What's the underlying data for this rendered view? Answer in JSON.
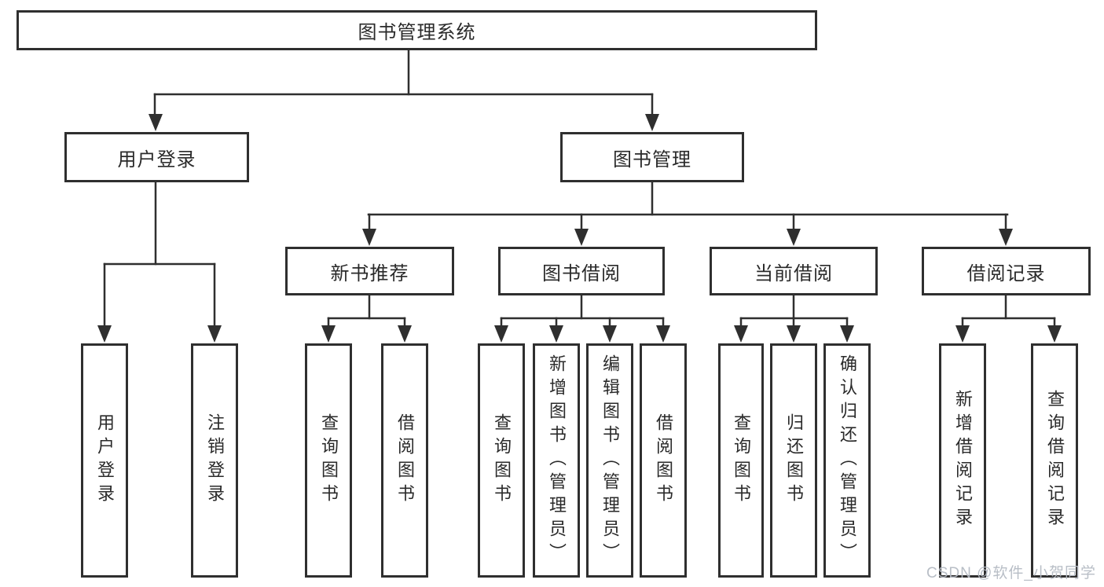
{
  "diagram": {
    "type": "hierarchy-tree",
    "tree": {
      "root": {
        "label": "图书管理系统",
        "children": [
          {
            "label": "用户登录",
            "children": [
              {
                "label": "用户登录"
              },
              {
                "label": "注销登录"
              }
            ]
          },
          {
            "label": "图书管理",
            "children": [
              {
                "label": "新书推荐",
                "children": [
                  {
                    "label": "查询图书"
                  },
                  {
                    "label": "借阅图书"
                  }
                ]
              },
              {
                "label": "图书借阅",
                "children": [
                  {
                    "label": "查询图书"
                  },
                  {
                    "label": "新增图书（管理员）"
                  },
                  {
                    "label": "编辑图书（管理员）"
                  },
                  {
                    "label": "借阅图书"
                  }
                ]
              },
              {
                "label": "当前借阅",
                "children": [
                  {
                    "label": "查询图书"
                  },
                  {
                    "label": "归还图书"
                  },
                  {
                    "label": "确认归还（管理员）"
                  }
                ]
              },
              {
                "label": "借阅记录",
                "children": [
                  {
                    "label": "新增借阅记录"
                  },
                  {
                    "label": "查询借阅记录"
                  }
                ]
              }
            ]
          }
        ]
      }
    },
    "colors": {
      "line": "#2f2f2f",
      "text": "#2a2a2a",
      "background": "#ffffff",
      "watermark": "#b5bbc4"
    }
  },
  "watermark": {
    "text": "CSDN @软件_小贺同学"
  }
}
